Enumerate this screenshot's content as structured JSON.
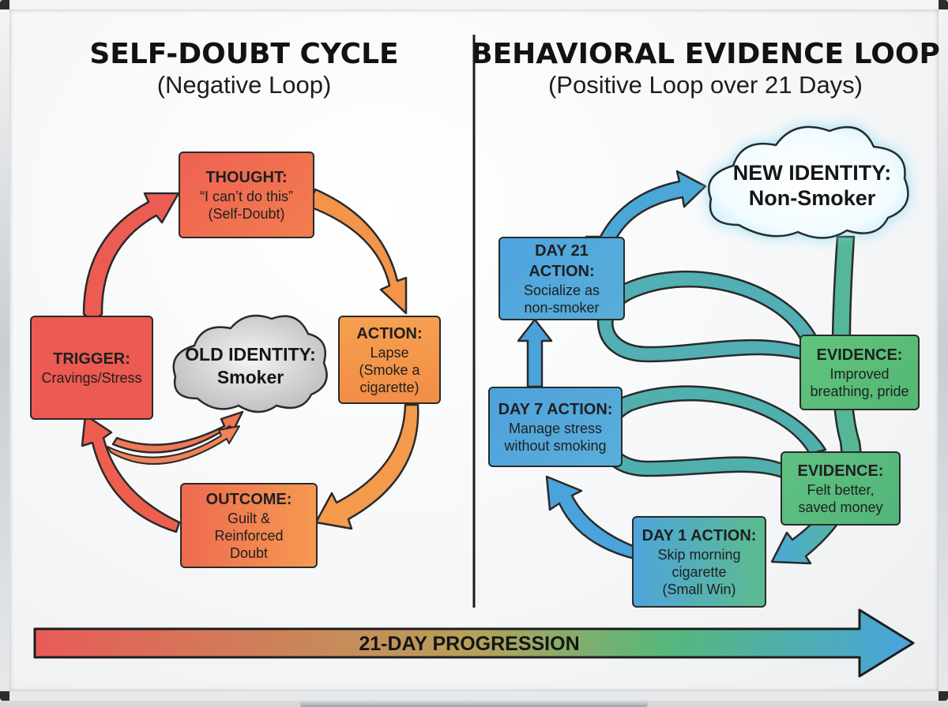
{
  "left_panel": {
    "heading": "SELF-DOUBT CYCLE",
    "subheading": "(Negative Loop)",
    "thought": {
      "title": "THOUGHT:",
      "text": "“I can’t do this”\n(Self-Doubt)"
    },
    "trigger": {
      "title": "TRIGGER:",
      "text": "Cravings/Stress"
    },
    "action": {
      "title": "ACTION:",
      "text": "Lapse\n(Smoke a\ncigarette)"
    },
    "outcome": {
      "title": "OUTCOME:",
      "text": "Guilt &\nReinforced\nDoubt"
    },
    "identity": {
      "title": "OLD IDENTITY:",
      "text": "Smoker"
    }
  },
  "right_panel": {
    "heading": "BEHAVIORAL EVIDENCE LOOP",
    "subheading": "(Positive Loop over 21 Days)",
    "identity": {
      "title": "NEW IDENTITY:",
      "text": "Non-Smoker"
    },
    "day21": {
      "title": "DAY 21 ACTION:",
      "text": "Socialize as\nnon-smoker"
    },
    "day7": {
      "title": "DAY 7 ACTION:",
      "text": "Manage stress\nwithout smoking"
    },
    "day1": {
      "title": "DAY 1 ACTION:",
      "text": "Skip morning\ncigarette\n(Small Win)"
    },
    "evidence_top": {
      "title": "EVIDENCE:",
      "text": "Improved\nbreathing, pride"
    },
    "evidence_bottom": {
      "title": "EVIDENCE:",
      "text": "Felt better,\nsaved money"
    }
  },
  "progression": {
    "label": "21-DAY PROGRESSION"
  },
  "colors": {
    "negative_red": "#e8574f",
    "negative_orange": "#f2994a",
    "positive_blue": "#4ea3dd",
    "positive_green": "#56b97a",
    "outline": "#2a2a2a"
  }
}
